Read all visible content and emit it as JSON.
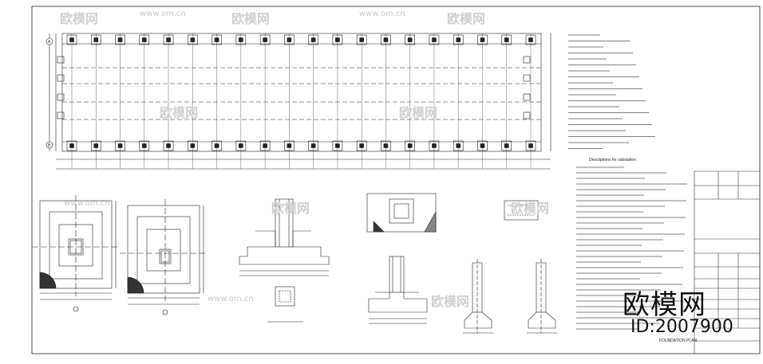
{
  "watermark": {
    "brand": "欧模网",
    "id_text": "ID:2007900",
    "site": "www.om.cn"
  },
  "drawing": {
    "notes_title_cn": "",
    "notes_title_en": "Descriptions for substation",
    "sheet_title": "FOUNDATION PLAN",
    "grid_top": "A",
    "grid_bottom": "B"
  }
}
